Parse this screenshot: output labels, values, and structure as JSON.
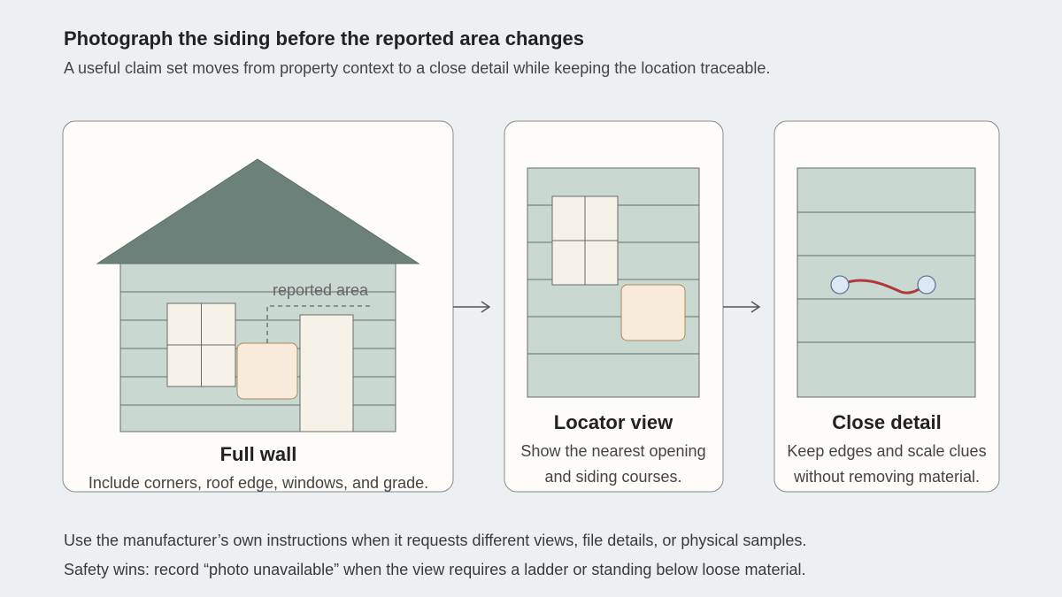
{
  "header": {
    "title": "Photograph the siding before the reported area changes",
    "subtitle": "A useful claim set moves from property context to a close detail while keeping the location traceable."
  },
  "panels": [
    {
      "title": "Full wall",
      "lines": [
        "Include corners, roof edge, windows, and grade."
      ],
      "annotation": "reported area"
    },
    {
      "title": "Locator view",
      "lines": [
        "Show the nearest opening",
        "and siding courses."
      ]
    },
    {
      "title": "Close detail",
      "lines": [
        "Keep edges and scale clues",
        "without removing material."
      ]
    }
  ],
  "footer": {
    "notes": [
      "Use the manufacturer’s own instructions when it requests different views, file details, or physical samples.",
      "Safety wins: record “photo unavailable” when the view requires a ladder or standing below loose material."
    ]
  },
  "colors": {
    "page_bg": "#ecf0f3",
    "panel_bg": "#fdfcf8",
    "siding": "#c9d9d2",
    "roof": "#6c8179",
    "window": "#f6f2e8",
    "patch": "#f9ebd9",
    "crack": "#b03a3a",
    "marker": "#dce9f5"
  }
}
